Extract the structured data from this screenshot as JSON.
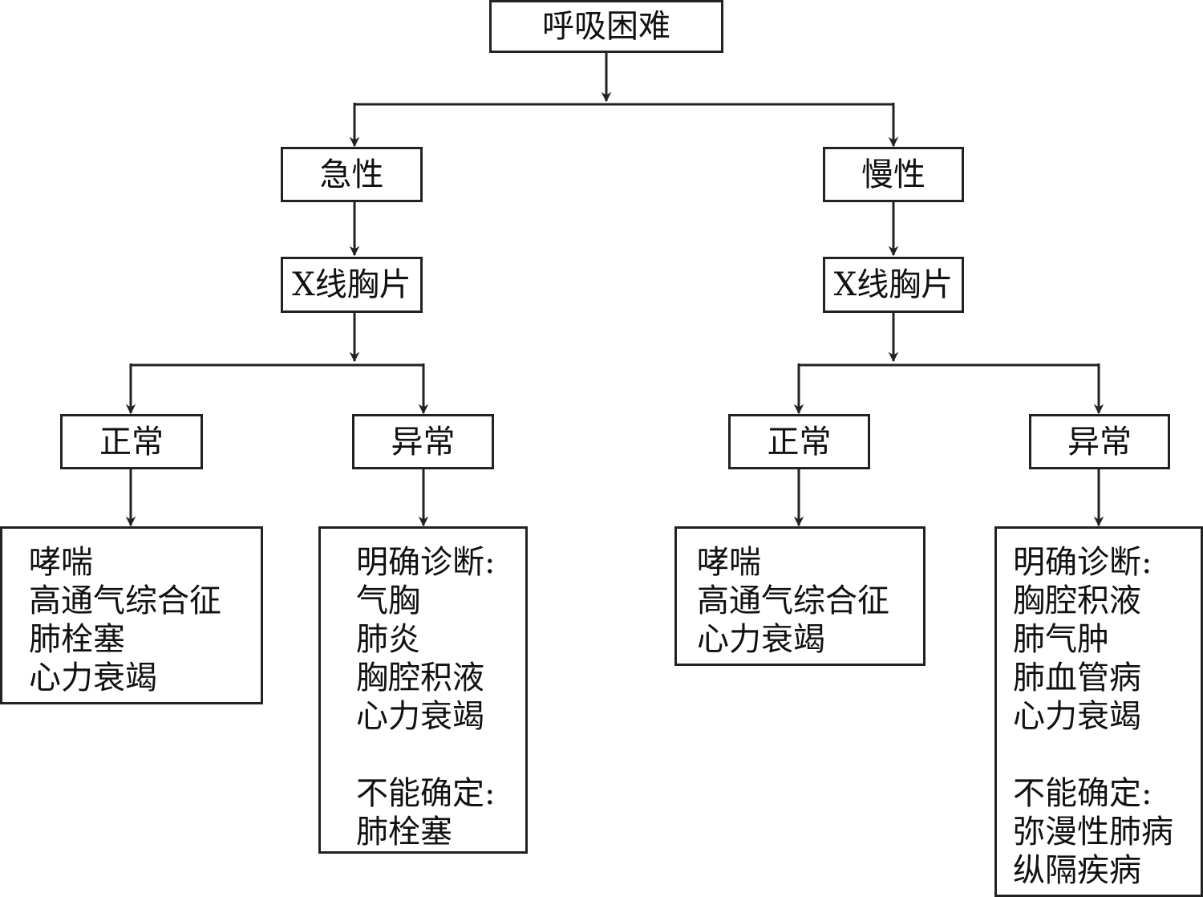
{
  "root": "呼吸困难",
  "acute": {
    "label": "急性",
    "xray": "X线胸片",
    "normal": {
      "label": "正常",
      "items": [
        "哮喘",
        "高通气综合征",
        "肺栓塞",
        "心力衰竭"
      ]
    },
    "abnormal": {
      "label": "异常",
      "definite_heading": "明确诊断:",
      "definite_items": [
        "气胸",
        "肺炎",
        "胸腔积液",
        "心力衰竭"
      ],
      "uncertain_heading": "不能确定:",
      "uncertain_items": [
        "肺栓塞"
      ]
    }
  },
  "chronic": {
    "label": "慢性",
    "xray": "X线胸片",
    "normal": {
      "label": "正常",
      "items": [
        "哮喘",
        "高通气综合征",
        "心力衰竭"
      ]
    },
    "abnormal": {
      "label": "异常",
      "definite_heading": "明确诊断:",
      "definite_items": [
        "胸腔积液",
        "肺气肿",
        "肺血管病",
        "心力衰竭"
      ],
      "uncertain_heading": "不能确定:",
      "uncertain_items": [
        "弥漫性肺病",
        "纵隔疾病"
      ]
    }
  }
}
